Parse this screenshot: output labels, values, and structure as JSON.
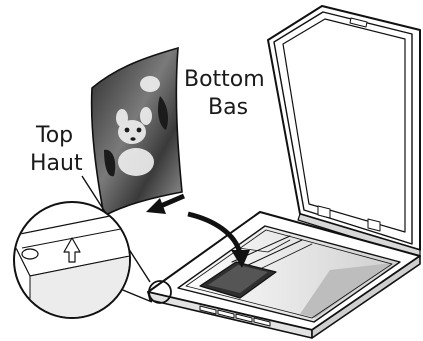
{
  "labels": {
    "bottom_en": "Bottom",
    "bottom_fr": "Bas",
    "top_en": "Top",
    "top_fr": "Haut"
  }
}
